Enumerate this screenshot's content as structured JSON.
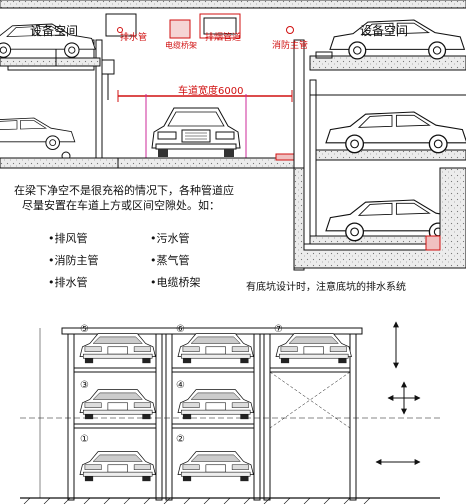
{
  "top": {
    "equipment_left": "设备空间",
    "equipment_right": "设备空间",
    "pipe_drain": "排水管",
    "pipe_cable": "电缆桥架",
    "pipe_smoke": "排烟管道",
    "pipe_fire": "消防主管",
    "lane_width": "车道宽度6000",
    "note_line1": "在梁下净空不是很充裕的情况下，各种管道应",
    "note_line2": "尽量安置在车道上方或区间空隙处。如：",
    "items_col1": [
      "•排风管",
      "•消防主管",
      "•排水管"
    ],
    "items_col2": [
      "•污水管",
      "•蒸气管",
      "•电缆桥架"
    ],
    "pit_note": "有底坑设计时，注意底坑的排水系统"
  },
  "bottom": {
    "slots": [
      {
        "id": "s1",
        "label": "①"
      },
      {
        "id": "s2",
        "label": "②"
      },
      {
        "id": "s3",
        "label": "③"
      },
      {
        "id": "s4",
        "label": "④"
      },
      {
        "id": "s5",
        "label": "⑤"
      },
      {
        "id": "s6",
        "label": "⑥"
      },
      {
        "id": "s7",
        "label": "⑦"
      }
    ]
  },
  "colors": {
    "red_line": "#d01010",
    "pink": "#cc2a9a",
    "ink": "#111111",
    "concrete": "#e6e6e6"
  }
}
